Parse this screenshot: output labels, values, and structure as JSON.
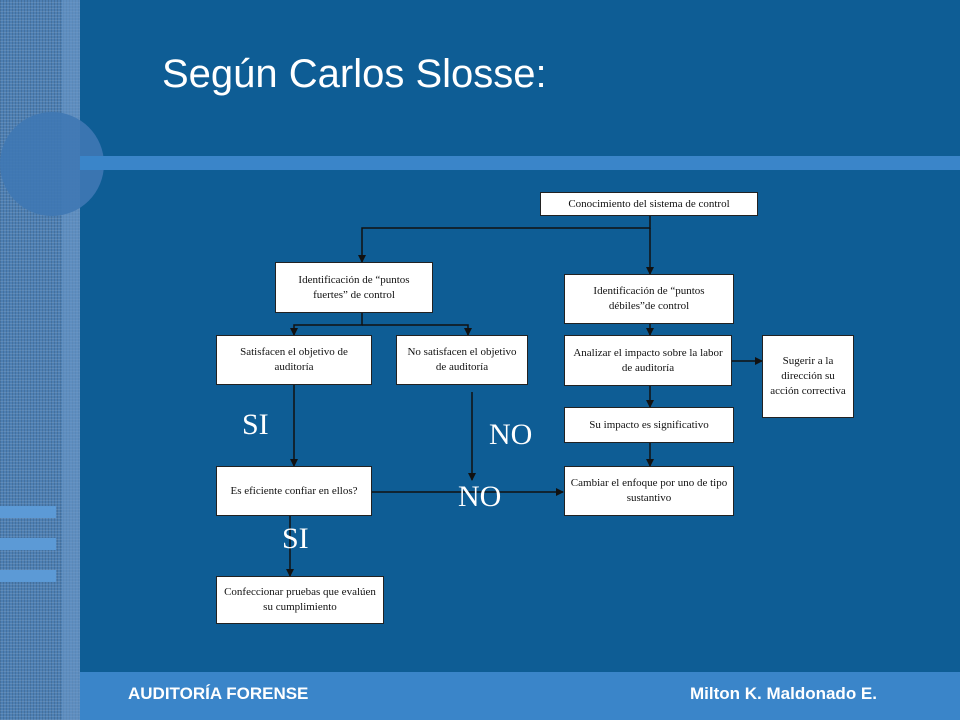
{
  "slide": {
    "title": "Según Carlos Slosse:",
    "footer_left": "AUDITORÍA FORENSE",
    "footer_right": "Milton K. Maldonado E."
  },
  "diagram": {
    "boxes": {
      "conocimiento": "Conocimiento del sistema de control",
      "puntos_fuertes": "Identificación de “puntos fuertes” de control",
      "puntos_debiles": "Identificación de “puntos débiles”de control",
      "satisfacen": "Satisfacen el objetivo de auditoría",
      "no_satisfacen": "No satisfacen el objetivo de auditoría",
      "analizar": "Analizar el impacto sobre la labor de auditoría",
      "sugerir": "Sugerir a la dirección su acción correctiva",
      "impacto": "Su impacto es significativo",
      "eficiente": "Es eficiente confiar en ellos?",
      "cambiar": "Cambiar el enfoque por uno de tipo sustantivo",
      "confeccionar": "Confeccionar pruebas que evalúen su cumplimiento"
    },
    "labels": {
      "si_1": "SI",
      "no_1": "NO",
      "no_2": "NO",
      "si_2": "SI"
    }
  }
}
